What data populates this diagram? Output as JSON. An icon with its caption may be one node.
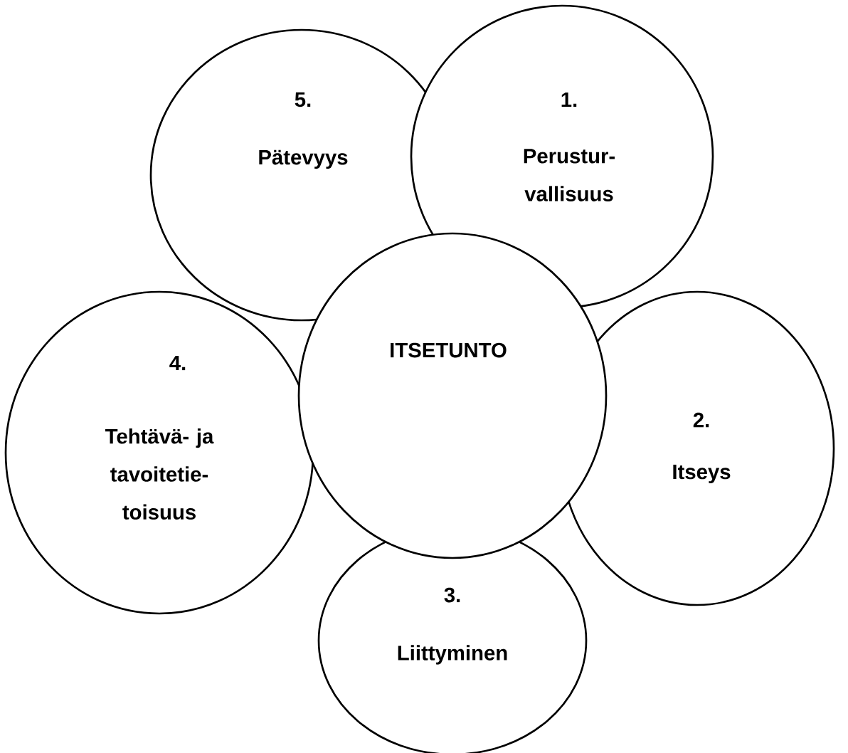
{
  "diagram": {
    "nodes": [
      {
        "text": [
          "5.",
          "Pätevyys"
        ]
      },
      {
        "text": [
          "1.",
          "Perustur- vallisuus"
        ]
      },
      {
        "text": [
          "4.",
          "Tehtävä- ja tavoitetie- toisuus"
        ]
      },
      {
        "text": [
          "2.",
          "Itseys"
        ]
      },
      {
        "text": [
          "3.",
          "Liittyminen"
        ]
      },
      {
        "text": [
          "ITSETUNTO"
        ]
      }
    ]
  }
}
